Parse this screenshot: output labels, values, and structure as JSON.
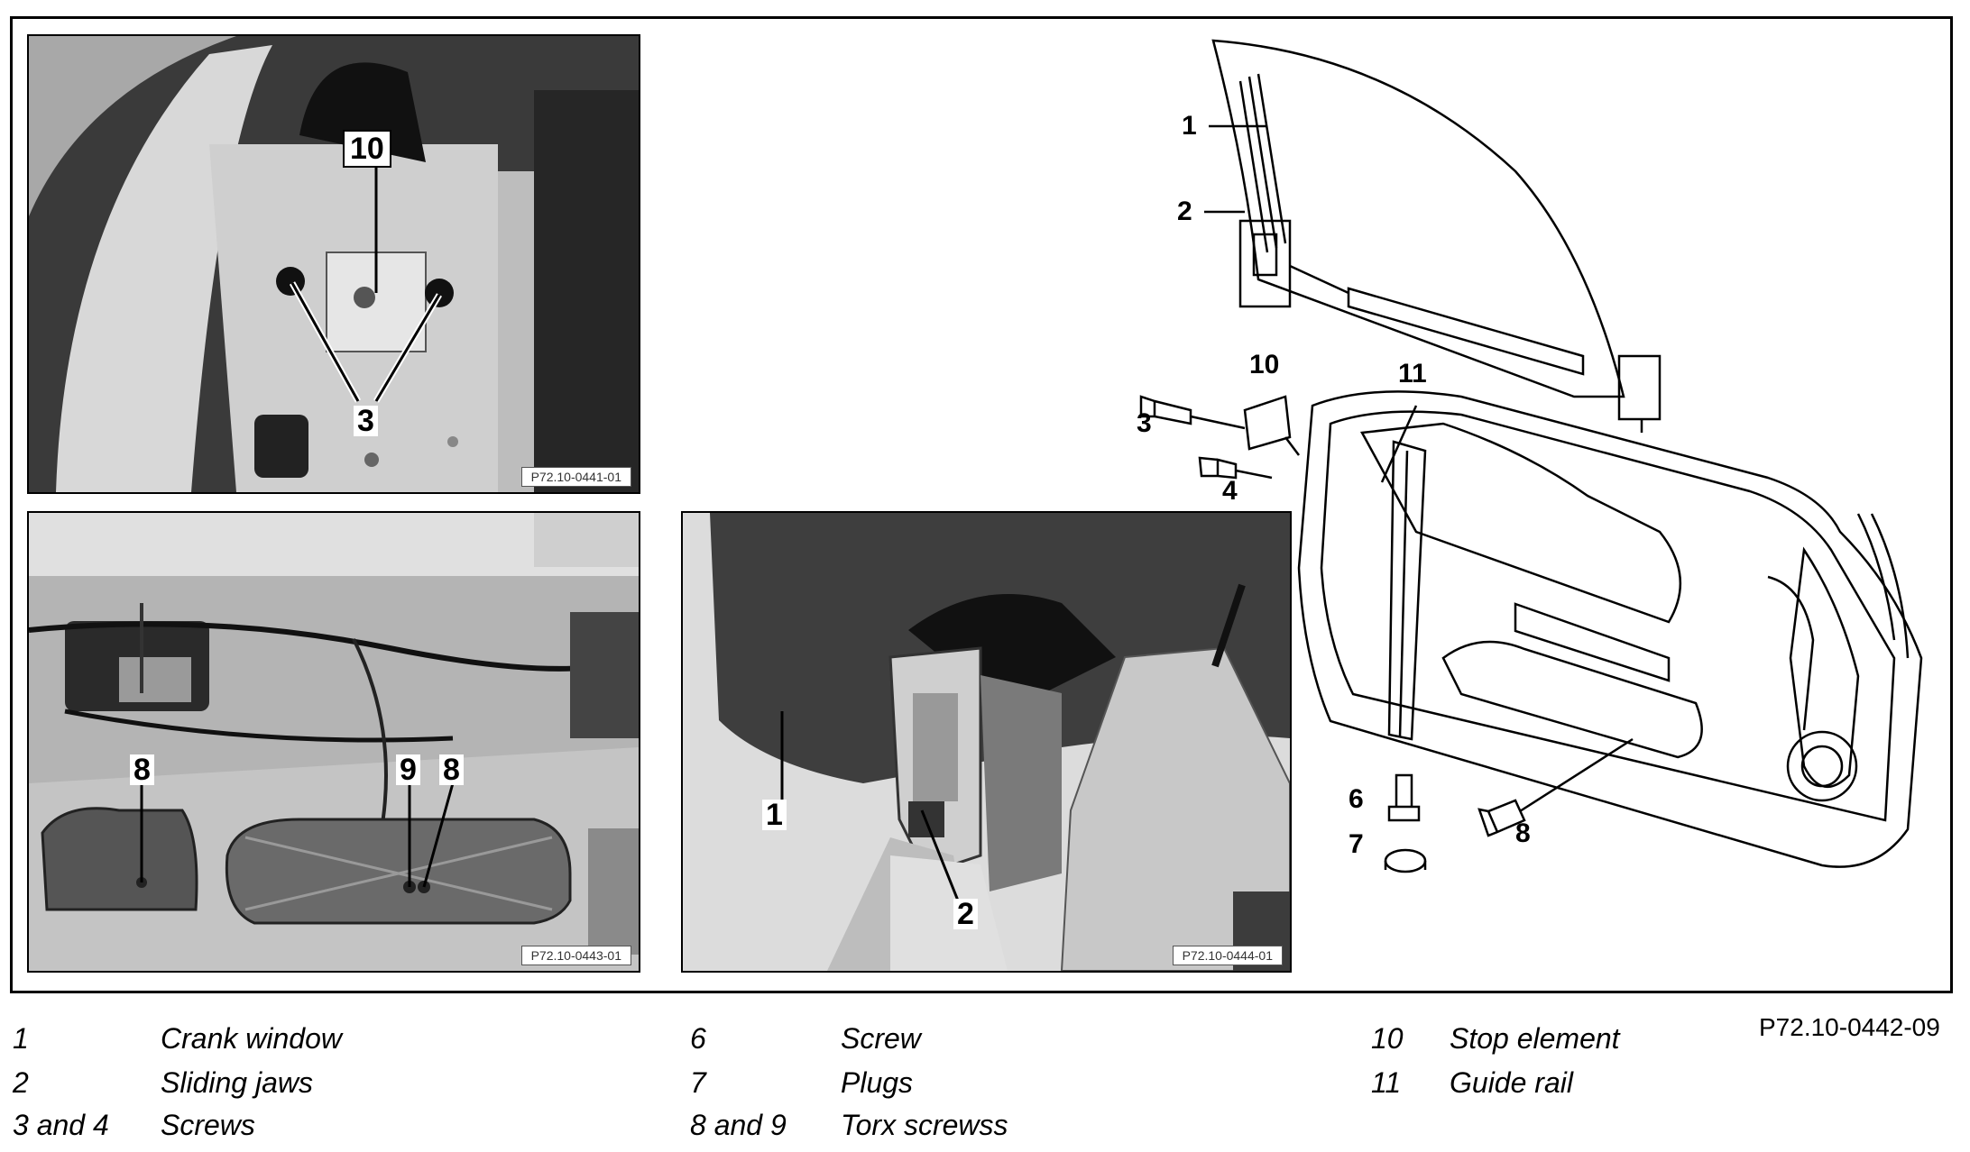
{
  "figure_ref": "P72.10-0442-09",
  "photos": {
    "top_left": {
      "ref": "P72.10-0441-01",
      "callouts": [
        "10",
        "3"
      ]
    },
    "bottom_left": {
      "ref": "P72.10-0443-01",
      "callouts": [
        "8",
        "9",
        "8"
      ]
    },
    "center": {
      "ref": "P72.10-0444-01",
      "callouts": [
        "1",
        "2"
      ]
    }
  },
  "exploded_view": {
    "callouts": [
      "1",
      "2",
      "10",
      "11",
      "3",
      "4",
      "6",
      "7",
      "8"
    ]
  },
  "legend": [
    {
      "number": "1",
      "text": "Crank window"
    },
    {
      "number": "2",
      "text": "Sliding jaws"
    },
    {
      "number": "3 and 4",
      "text": "Screws"
    },
    {
      "number": "6",
      "text": "Screw"
    },
    {
      "number": "7",
      "text": "Plugs"
    },
    {
      "number": "8 and 9",
      "text": "Torx screwss"
    },
    {
      "number": "10",
      "text": "Stop element"
    },
    {
      "number": "11",
      "text": "Guide rail"
    }
  ]
}
